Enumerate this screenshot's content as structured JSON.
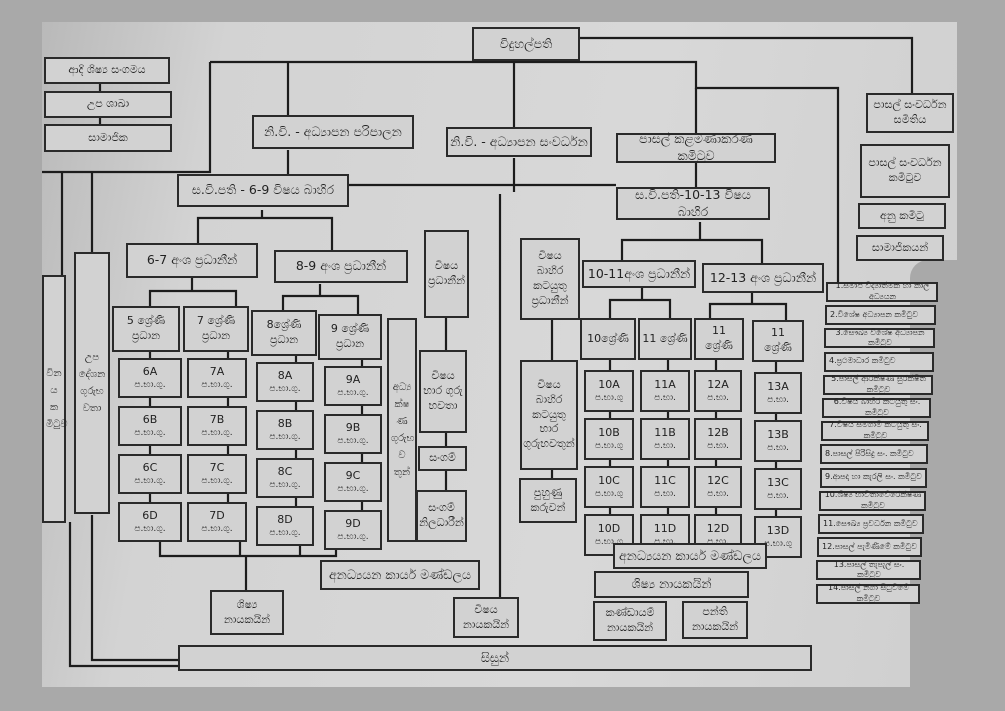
{
  "diagram": {
    "type": "org-chart",
    "principal": "විදුහල්පති",
    "left_stack": [
      "ආදි ශිෂ්‍ය සංගමය",
      "උප ශාඛා",
      "සාමාජික"
    ],
    "deputy_admin": "නි.වි. - අධ්‍යාපන පරිපාලන",
    "deputy_dev": "නි.වි. - අධ්‍යාපන සංවර්ධන",
    "school_mgmt": "පාසල් කළමණාකරණ කමිටුව",
    "right_stack": [
      "පාසල් සංවර්ධන සමිතිය",
      "පාසල් සංවර්ධන කමිටුව",
      "අනු කමිටු",
      "සාමාජිකයන්"
    ],
    "asst_principal_6_9": "ස.වි.පති - 6-9 විෂය බාහිර",
    "asst_principal_10_13": "ස.වි.පති-10-13 විෂය බාහිර",
    "sectional_heads": {
      "s6_7": "6-7 අංශ ප්‍රධානීන්",
      "s8_9": "8-9 අංශ ප්‍රධානීන්",
      "s10_11": "10-11අංශ ප්‍රධානීන්",
      "s12_13": "12-13 අංශ ප්‍රධානීන්"
    },
    "side_vertical": {
      "discipline_committee": "විනය කමිටුව",
      "counselling_teachers": "උපදේශන ගුරුභවතා",
      "aesthetic_teachers": "අධ්‍යක්ෂණ ගුරුභවතුන්"
    },
    "subject_heads": "විෂය ප්‍රධානීන්",
    "subject_teachers": "විෂය භාර ගුරු භවතා",
    "societies": "සංගම්",
    "society_officers": "සංගම් නිලධාරීන්",
    "extracurricular_heads": "විෂය බාහිර කටයුතු ප්‍රධානීන්",
    "extracurricular_teachers": "විෂය බාහිර කටයුතු භාර ගුරුභවතුන්",
    "coaches": "පුහුණු කරුවන්",
    "grade_heads": [
      {
        "label": "5 ශ්‍රේණි ප්‍රධාන",
        "classes": [
          {
            "code": "6A",
            "teacher": "ප.භා.ගු."
          },
          {
            "code": "6B",
            "teacher": "ප.භා.ගු."
          },
          {
            "code": "6C",
            "teacher": "ප.භා.ගු."
          },
          {
            "code": "6D",
            "teacher": "ප.භා.ගු."
          }
        ]
      },
      {
        "label": "7 ශ්‍රේණි ප්‍රධාන",
        "classes": [
          {
            "code": "7A",
            "teacher": "ප.භා.ගු."
          },
          {
            "code": "7B",
            "teacher": "ප.භා.ගු."
          },
          {
            "code": "7C",
            "teacher": "ප.භා.ගු."
          },
          {
            "code": "7D",
            "teacher": "ප.භා.ගු."
          }
        ]
      },
      {
        "label": "8ශ්‍රේණි ප්‍රධාන",
        "classes": [
          {
            "code": "8A",
            "teacher": "ප.භා.ගු."
          },
          {
            "code": "8B",
            "teacher": "ප.භා.ගු."
          },
          {
            "code": "8C",
            "teacher": "ප.භා.ගු."
          },
          {
            "code": "8D",
            "teacher": "ප.භා.ගු."
          }
        ]
      },
      {
        "label": "9 ශ්‍රේණි ප්‍රධාන",
        "classes": [
          {
            "code": "9A",
            "teacher": "ප.භා.ගු."
          },
          {
            "code": "9B",
            "teacher": "ප.භා.ගු."
          },
          {
            "code": "9C",
            "teacher": "ප.භා.ගු."
          },
          {
            "code": "9D",
            "teacher": "ප.භා.ගු."
          }
        ]
      },
      {
        "label": "10ශ්‍රේණි",
        "classes": [
          {
            "code": "10A",
            "teacher": "ප.භා.ගු"
          },
          {
            "code": "10B",
            "teacher": "ප.භා.ගු"
          },
          {
            "code": "10C",
            "teacher": "ප.භා.ගු"
          },
          {
            "code": "10D",
            "teacher": "ප.භා.ගු"
          }
        ]
      },
      {
        "label": "11 ශ්‍රේණි",
        "classes": [
          {
            "code": "11A",
            "teacher": "ප.භා."
          },
          {
            "code": "11B",
            "teacher": "ප.භා."
          },
          {
            "code": "11C",
            "teacher": "ප.භා."
          },
          {
            "code": "11D",
            "teacher": "ප.භා."
          }
        ]
      },
      {
        "label": "11 ශ්‍රේණි",
        "classes": [
          {
            "code": "12A",
            "teacher": "ප.භා."
          },
          {
            "code": "12B",
            "teacher": "ප.භා."
          },
          {
            "code": "12C",
            "teacher": "ප.භා."
          },
          {
            "code": "12D",
            "teacher": "ප.භා."
          }
        ]
      },
      {
        "label": "11 ශ්‍රේණි",
        "classes": [
          {
            "code": "13A",
            "teacher": "ප.භා."
          },
          {
            "code": "13B",
            "teacher": "ප.භා."
          },
          {
            "code": "13C",
            "teacher": "ප.භා."
          },
          {
            "code": "13D",
            "teacher": "ප.භා.ගු"
          }
        ]
      }
    ],
    "nonacademic_board_left": "අනධ්‍යයන කාර්ය මණ්ඩලය",
    "nonacademic_board_right": "අනධ්‍යයන කාර්ය මණ්ඩලය",
    "student_leaders": "ශිෂ්‍ය නායකයින්",
    "subject_leaders": "විෂය නායකයින්",
    "student_leaders_right": "ශිෂ්‍ය නායකයින්",
    "section_leaders": "කණ්ඩායම් නායකයින්",
    "class_leaders": "පන්ති නායකයින්",
    "students": "සිසුන්",
    "committees": [
      "1.සමාජ විද්‍යාත්මක හා කාල අධ්‍යයන",
      "2.විශේෂ අධ්‍යාපන කමිටුව",
      "3.සෞඛ්‍ය විශේෂ අධ්‍යාපන කමිටුව",
      "4.ප්‍රථමාධාර කමිටුව",
      "5.පාසල් ආරක්ෂණ සුරක්ෂිත කමිටුව",
      "6.විෂය බාහිර කටයුතු සං. කමිටුව",
      "7.විෂය සමගාමී කටයුතු සං. කමිටුව",
      "8.පාසල් පිරිසිදු සං. කමිටුව",
      "9.ආපදා හා කැරලි සං. කමිටුව",
      "10.ශිෂ්‍ය භාවිතාවේරෙක්ෂණ කමිටුව",
      "11.සෞඛ්‍ය ප්‍රවර්ධන කමිටුව",
      "12.පාසල් පැමිණීමේ කමිටුව",
      "13.පාසල් තැපැල් සං. කමිටුව",
      "14.පාසල් නගා සිටුවීමේ කමිටුව"
    ]
  }
}
